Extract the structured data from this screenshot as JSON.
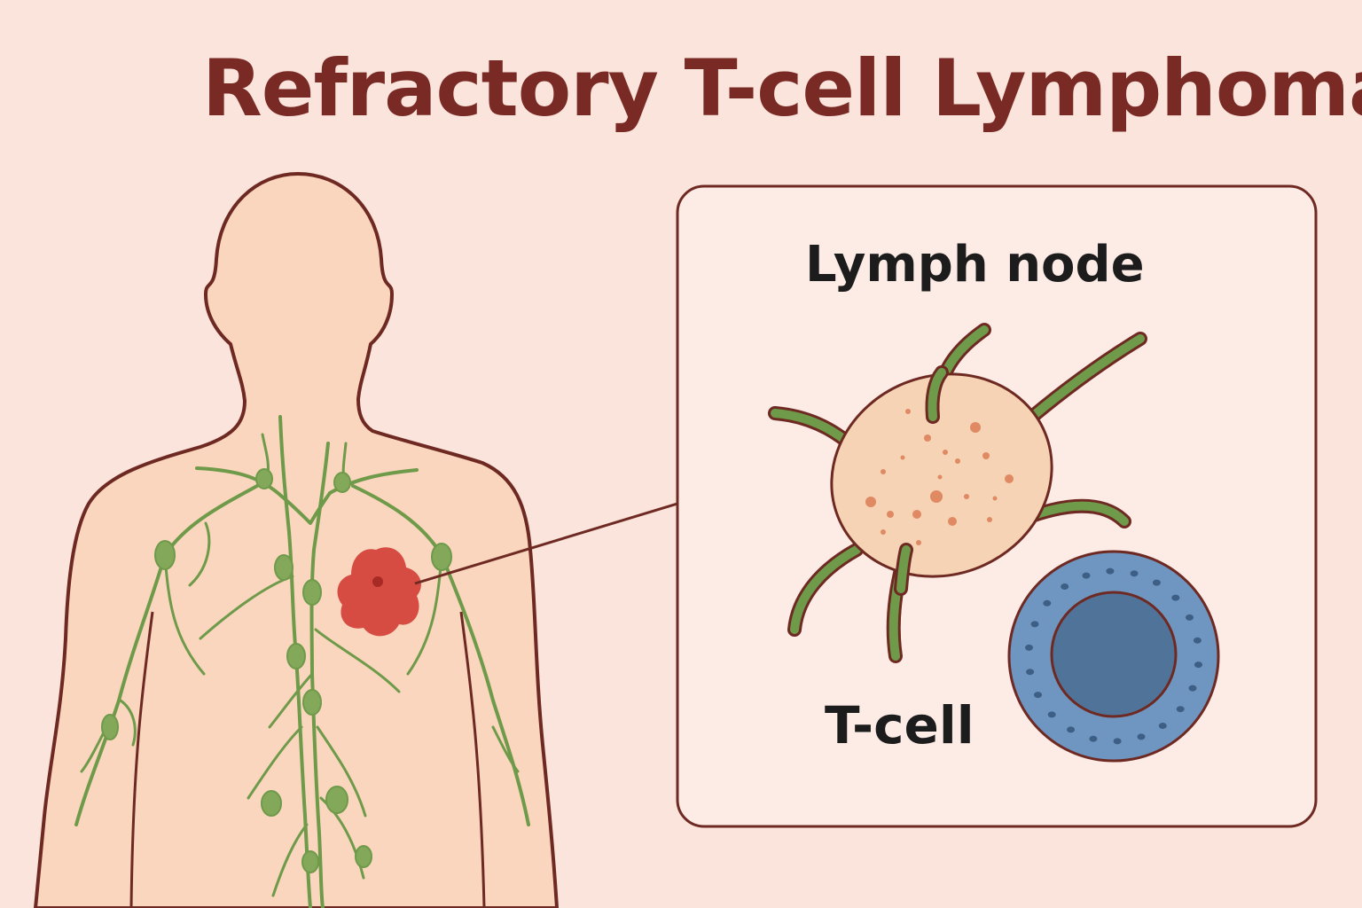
{
  "title": "Refractory T-cell Lymphoma",
  "inset": {
    "lymph_node_label": "Lymph node",
    "tcell_label": "T-cell"
  },
  "colors": {
    "background": "#fbe4dc",
    "title": "#7a2a24",
    "outline": "#6e2a22",
    "skin": "#f9d6bd",
    "lymphatic_vessel": "#6e9a4a",
    "lymph_node_dot": "#84a85a",
    "tumor": "#d64b42",
    "tumor_core": "#a82a25",
    "node_fill": "#f5d3b4",
    "node_speckle": "#e08a64",
    "tcell_outer": "#6f96c0",
    "tcell_inner": "#4f7399",
    "tcell_granule": "#3d5f85",
    "label_text": "#1c1c1c",
    "inset_fill": "#fdebe6"
  },
  "icons": [
    "human-body-silhouette",
    "lymphatic-system",
    "tumor-mass",
    "lymph-node-cell",
    "t-cell"
  ]
}
